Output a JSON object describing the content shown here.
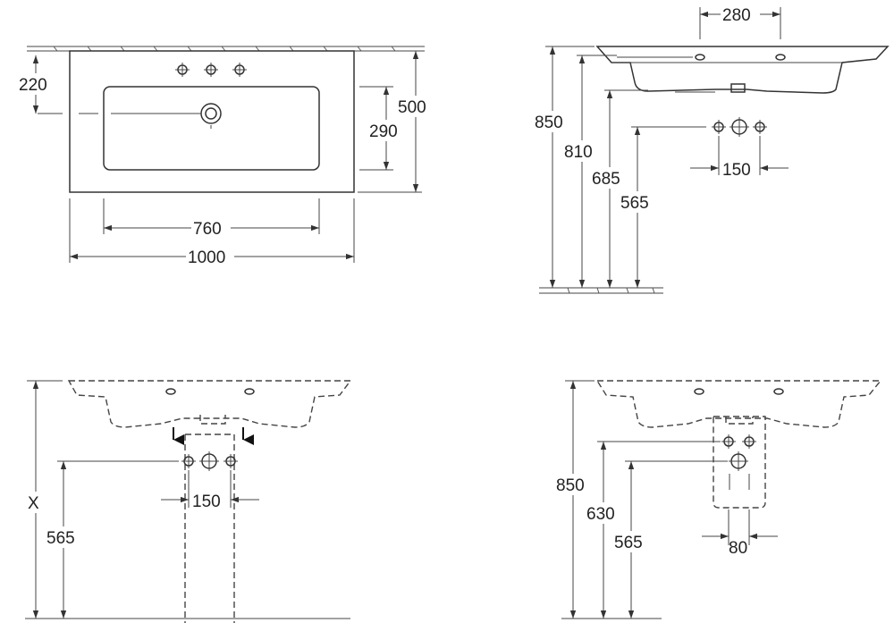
{
  "top_view": {
    "height_220": "220",
    "depth_500": "500",
    "bowl_depth_290": "290",
    "bowl_width_760": "760",
    "total_width_1000": "1000"
  },
  "side_view": {
    "tap_spacing_280": "280",
    "height_850": "850",
    "height_810": "810",
    "height_685": "685",
    "height_565": "565",
    "spacing_150": "150"
  },
  "front_view_pedestal": {
    "height_x": "X",
    "height_565": "565",
    "spacing_150": "150"
  },
  "front_view_halfpedestal": {
    "height_850": "850",
    "height_630": "630",
    "height_565": "565",
    "spacing_80": "80"
  }
}
